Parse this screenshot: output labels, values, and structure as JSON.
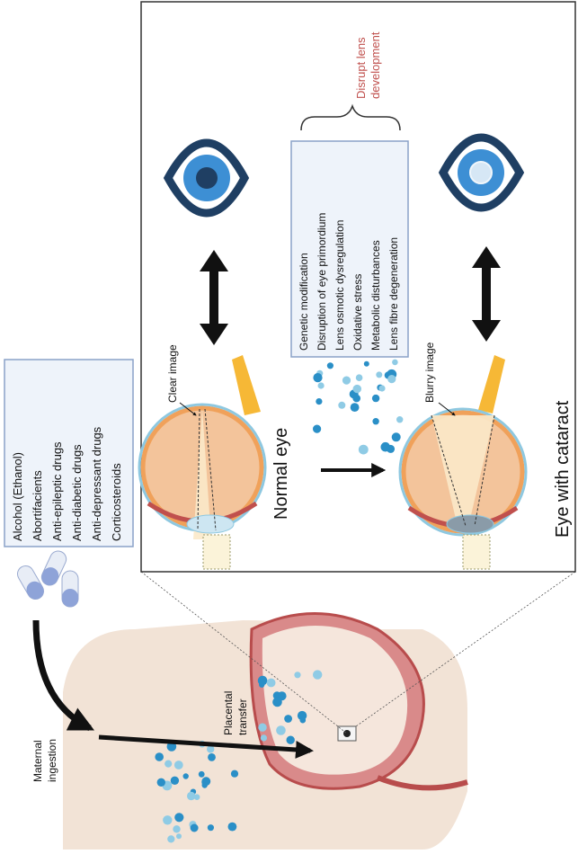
{
  "drugs_box": {
    "items": [
      "Alcohol (Ethanol)",
      "Abortifacients",
      "Anti-epileptic drugs",
      "Anti-diabetic drugs",
      "Anti-depressant drugs",
      "Corticosteroids"
    ]
  },
  "mechanisms_box": {
    "items": [
      "Genetic modification",
      "Disruption of eye primordium",
      "Lens osmotic dysregulation",
      "Oxidative stress",
      "Metabolic disturbances",
      "Lens fibre degeneration"
    ]
  },
  "labels": {
    "disrupt_line1": "Disrupt lens",
    "disrupt_line2": "development",
    "clear_image": "Clear image",
    "blurry_image": "Blurry image",
    "normal_eye": "Normal eye",
    "eye_with_cataract": "Eye with cataract",
    "maternal_line1": "Maternal",
    "maternal_line2": "ingestion",
    "placental_line1": "Placental",
    "placental_line2": "transfer"
  },
  "colors": {
    "accent_red": "#c0504d",
    "eye_dark_blue": "#1f3f63",
    "eye_blue": "#3d8fd4",
    "box_fill": "#eef3fa",
    "box_border": "#8aa2c8",
    "dot_blue": "#2a8fc7",
    "dot_light": "#8fcbe5",
    "skin": "#f2e3d6"
  }
}
